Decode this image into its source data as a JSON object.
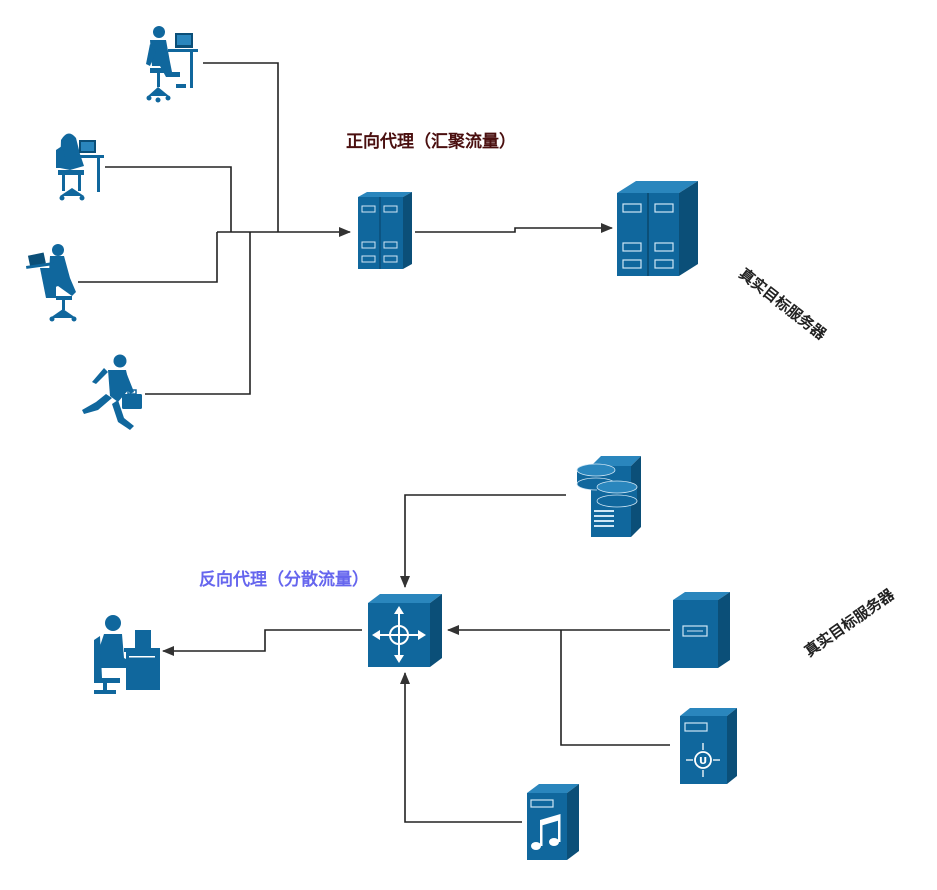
{
  "forward": {
    "title": "正向代理（汇聚流量）",
    "title_color": "#4a0f0f",
    "target_label": "真实目标服务器"
  },
  "reverse": {
    "title": "反向代理（分散流量）",
    "title_color": "#6666ee",
    "target_label": "真实目标服务器"
  },
  "colors": {
    "icon_fill": "#10679d",
    "icon_dark": "#0b4f78",
    "icon_light": "#2a86bd",
    "line": "#222222"
  },
  "icons": {
    "user_desk": "person-at-computer-icon",
    "user_hooded": "hooded-user-icon",
    "user_laptop": "laptop-user-icon",
    "user_running": "running-businessman-icon",
    "proxy_server": "proxy-server-icon",
    "target_server": "tower-server-icon",
    "reverse_client": "office-worker-icon",
    "load_balancer": "router-switch-icon",
    "database_server": "database-server-icon",
    "file_server": "file-server-icon",
    "ups_server": "ups-server-icon",
    "media_server": "media-server-icon"
  }
}
